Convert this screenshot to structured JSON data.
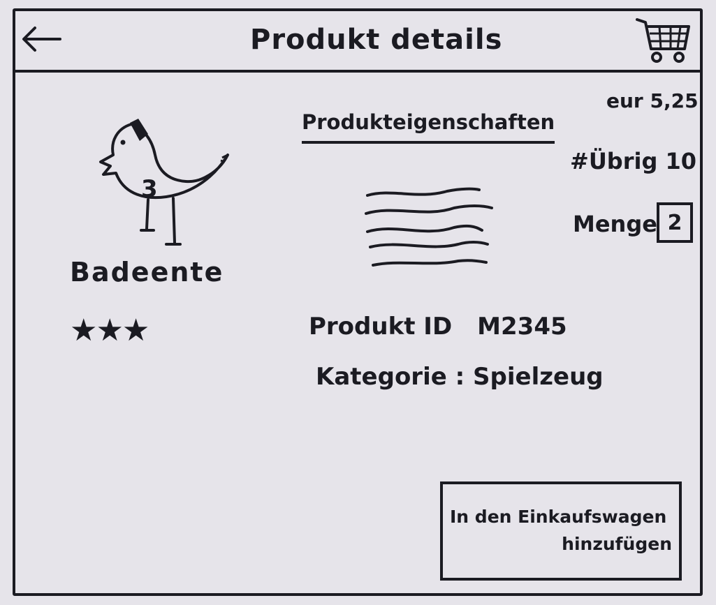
{
  "header": {
    "title": "Produkt details",
    "back_icon": "arrow-left-icon",
    "cart_icon": "shopping-cart-icon"
  },
  "product": {
    "name": "Badeente",
    "rating_stars": 3,
    "image_icon": "rubber-duck-icon",
    "image_number": "3",
    "properties_heading": "Produkteigenschaften",
    "id_label": "Produkt ID",
    "id_value": "M2345",
    "category": "Kategorie : Spielzeug"
  },
  "purchase": {
    "price": "eur 5,25",
    "stock": "#Übrig 10",
    "quantity_label": "Menge",
    "quantity_value": "2",
    "add_button_line1": "In den Einkaufswagen",
    "add_button_line2": "hinzufügen"
  },
  "colors": {
    "ink": "#1b1b22",
    "paper": "#e6e4ea"
  }
}
